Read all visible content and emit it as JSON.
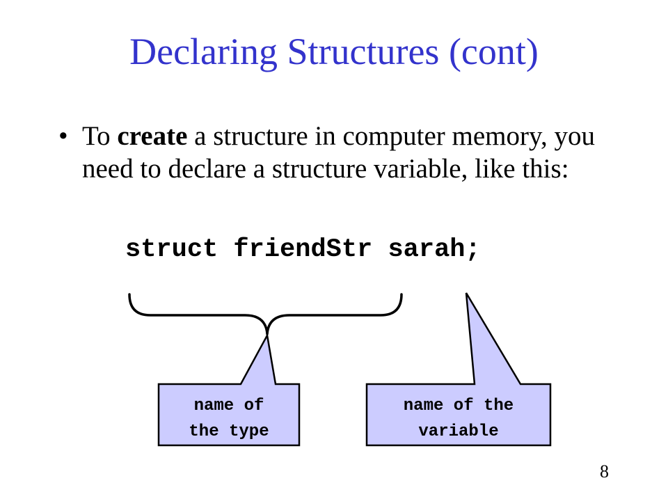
{
  "slide": {
    "title": "Declaring Structures (cont)",
    "bullet": {
      "marker": "•",
      "text_before": "To ",
      "emphasis": "create",
      "text_after": " a structure in computer memory, you need to declare a structure variable, like this:"
    },
    "code": "struct friendStr sarah;",
    "callouts": {
      "type_label_line1": "name of",
      "type_label_line2": "the type",
      "variable_label_line1": "name of the",
      "variable_label_line2": "variable"
    },
    "page_number": "8"
  },
  "colors": {
    "title": "#3333cc",
    "callout_fill": "#ccccff",
    "callout_stroke": "#000000"
  }
}
